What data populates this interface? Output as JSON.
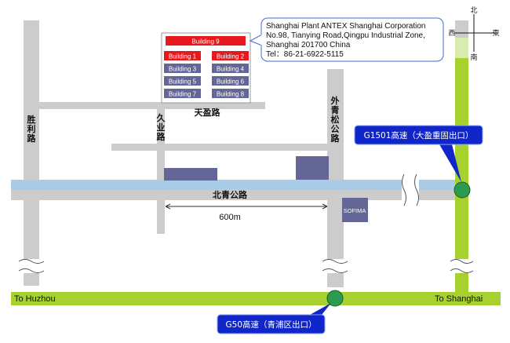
{
  "address": {
    "line1": "Shanghai Plant ANTEX Shanghai Corporation",
    "line2": "No.98, Tianying Road,Qingpu Industrial Zone,",
    "line3": "Shanghai 201700 China",
    "line4": "Tel：86-21-6922-5115"
  },
  "buildings": {
    "b9": "Building 9",
    "b1": "Building 1",
    "b2": "Building 2",
    "b3": "Building 3",
    "b4": "Building 4",
    "b5": "Building 5",
    "b6": "Building 6",
    "b7": "Building 7",
    "b8": "Building 8"
  },
  "roads": {
    "tianying": "天盈路",
    "shengli": [
      "胜",
      "利",
      "路"
    ],
    "jiuye": [
      "久",
      "业",
      "路"
    ],
    "waiqingsong": [
      "外",
      "青",
      "松",
      "公",
      "路"
    ],
    "beiqing": "北青公路"
  },
  "distance": "600m",
  "sofima": "SOFIMA",
  "highway_labels": {
    "g1501": "G1501高速（大盈重固出口）",
    "g50": "G50高速（青浦区出口）",
    "to_huzhou": "To Huzhou",
    "to_shanghai": "To Shanghai"
  },
  "compass": {
    "north": "北",
    "south": "南",
    "east": "東",
    "west": "西"
  },
  "colors": {
    "road": "#cccccc",
    "river": "#a8cce8",
    "highway": "#a6d12e",
    "building_red": "#e8191e",
    "building_blue": "#646696",
    "badge": "#1026c9",
    "interchange": "#2e9a4f"
  }
}
